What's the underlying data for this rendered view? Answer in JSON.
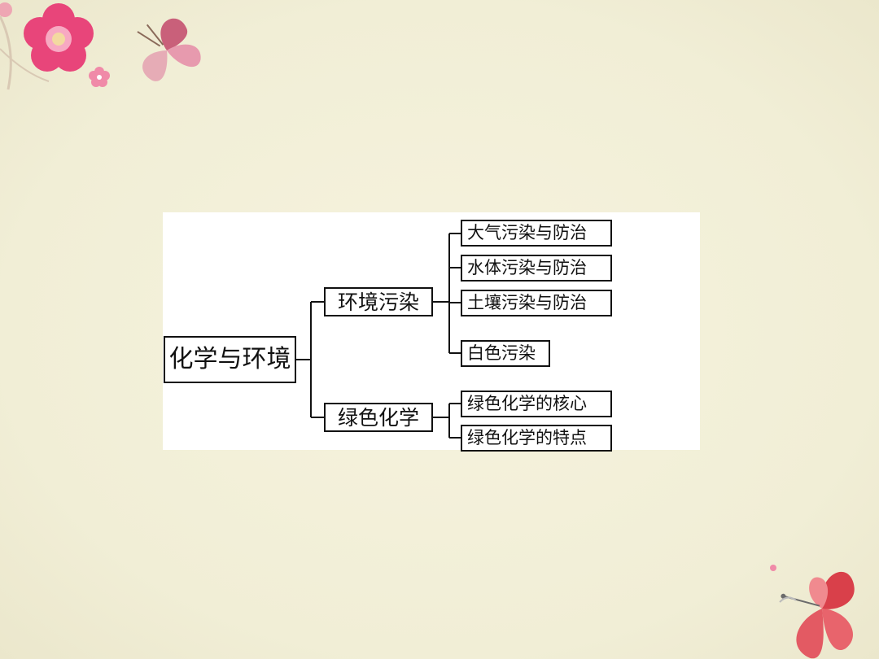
{
  "diagram": {
    "root": "化学与环境",
    "branches": [
      {
        "label": "环境污染",
        "children": [
          "大气污染与防治",
          "水体污染与防治",
          "土壤污染与防治",
          "白色污染"
        ]
      },
      {
        "label": "绿色化学",
        "children": [
          "绿色化学的核心",
          "绿色化学的特点"
        ]
      }
    ]
  },
  "colors": {
    "background": "#f3f0d9",
    "flower": "#e8457a",
    "butterfly": "#d9404a",
    "line": "#111111"
  },
  "icons": [
    "flower-icon",
    "butterfly-icon"
  ]
}
